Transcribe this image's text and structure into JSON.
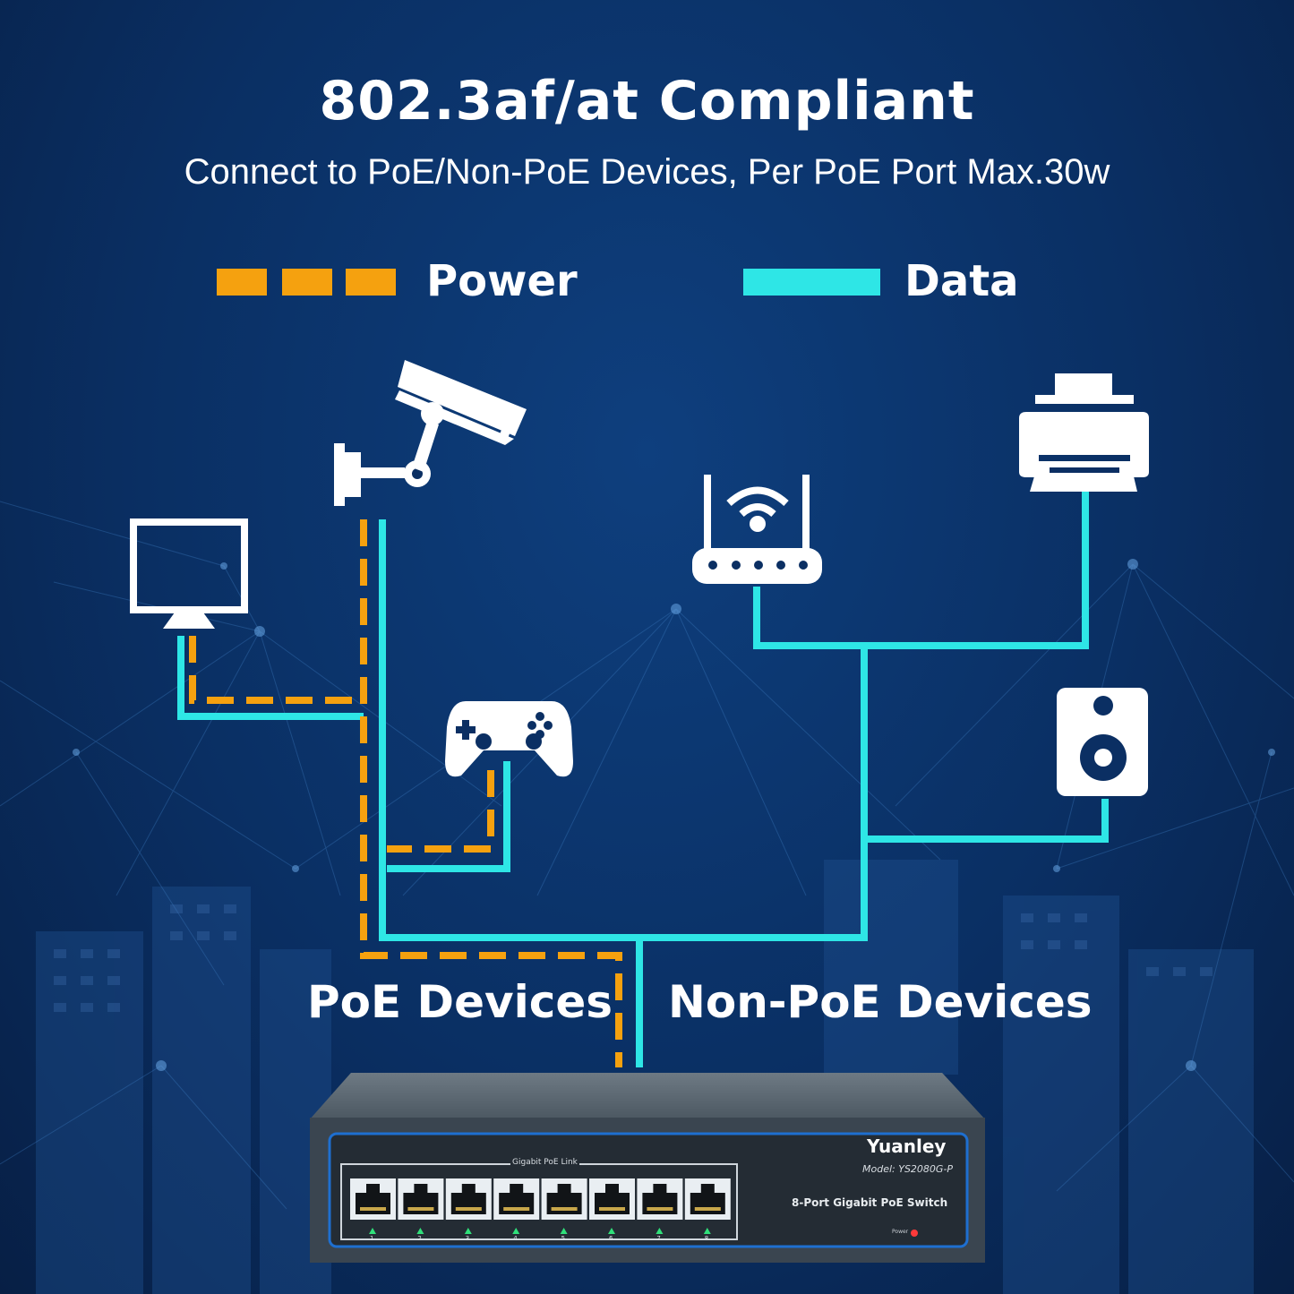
{
  "title": "802.3af/at Compliant",
  "subtitle": "Connect to PoE/Non-PoE Devices, Per PoE Port Max.30w",
  "legend": {
    "power_label": "Power",
    "data_label": "Data"
  },
  "groups": {
    "poe_label": "PoE Devices",
    "non_poe_label": "Non-PoE Devices"
  },
  "devices": {
    "poe": [
      "monitor-icon",
      "security-camera-icon",
      "gamepad-icon"
    ],
    "non_poe": [
      "router-icon",
      "printer-icon",
      "speaker-icon"
    ]
  },
  "switch": {
    "brand": "Yuanley",
    "model": "Model: YS2080G-P",
    "description": "8-Port Gigabit PoE Switch",
    "port_header": "Gigabit PoE Link",
    "power_indicator": "Power",
    "port_numbers": [
      "1",
      "2",
      "3",
      "4",
      "5",
      "6",
      "7",
      "8"
    ]
  },
  "colors": {
    "power": "#f5a10f",
    "data": "#2ee6e6",
    "background": "#0b2f63"
  }
}
